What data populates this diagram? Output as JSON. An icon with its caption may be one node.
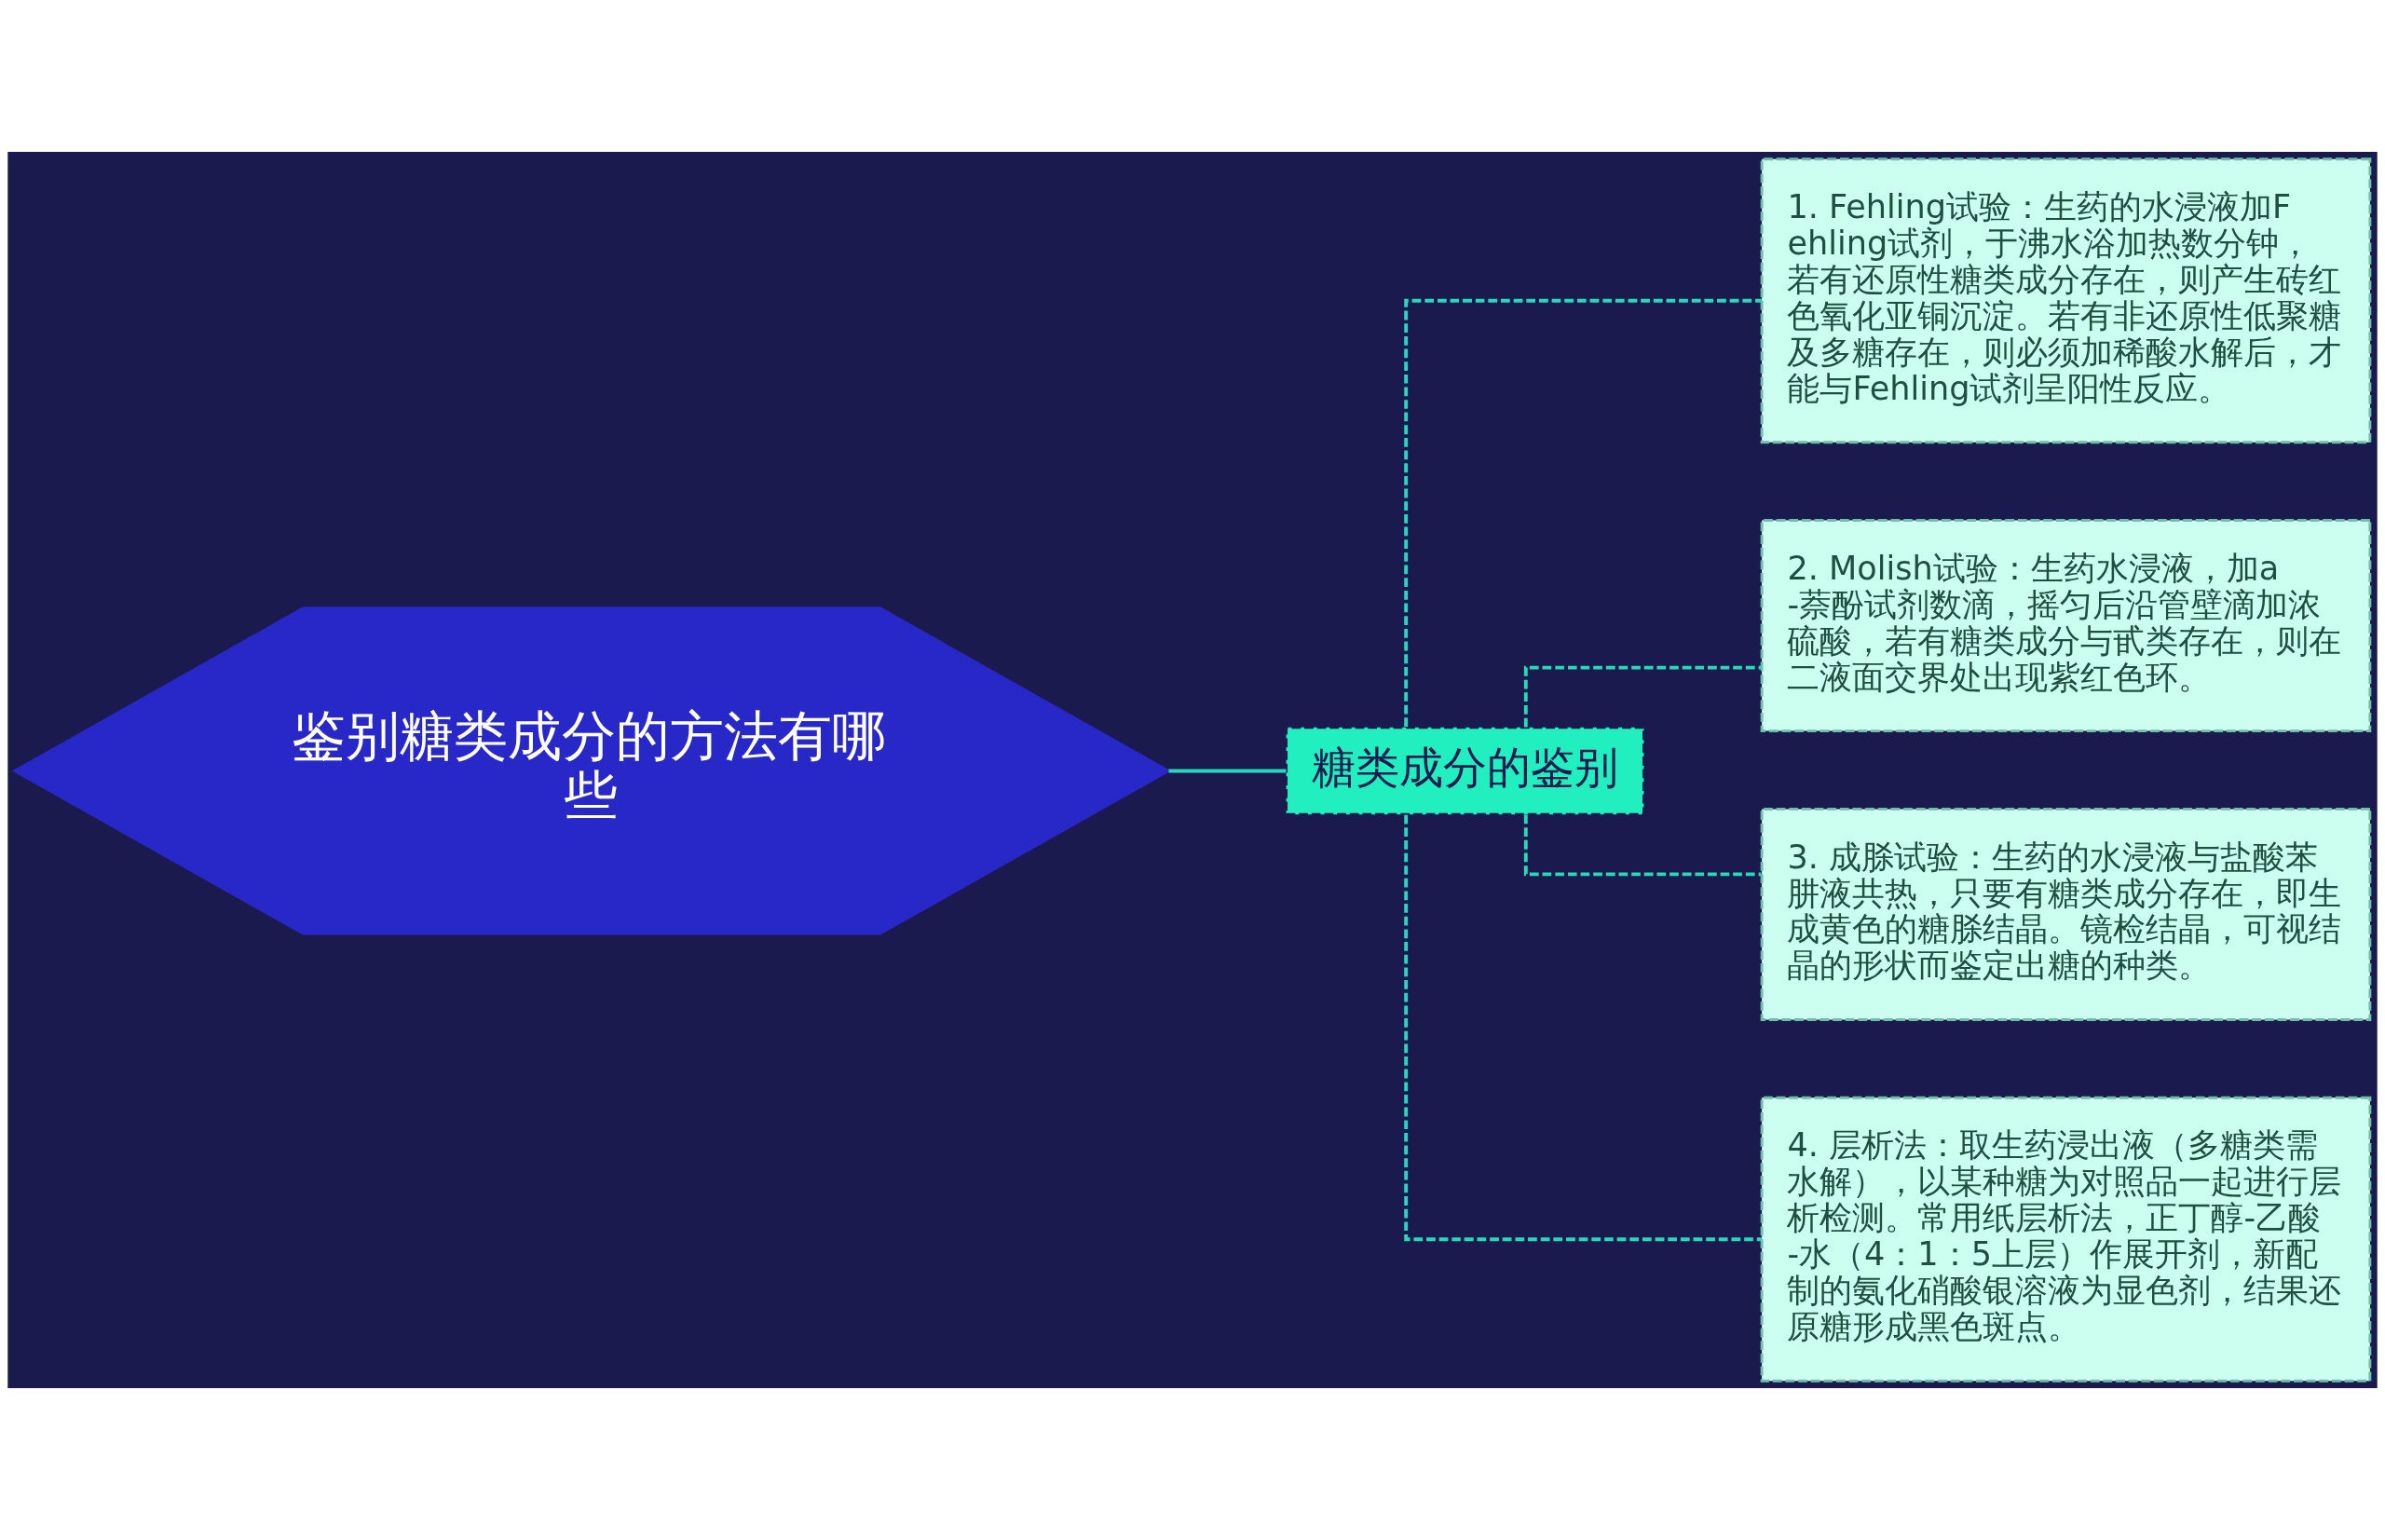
{
  "diagram": {
    "nodes": [
      {
        "text": [
          "鉴别糖类成分的方法有哪些"
        ]
      },
      {
        "text": [
          "糖类成分的鉴别"
        ]
      },
      {
        "text": [
          "1. Fehling试验：生药的水浸液加Fehling试剂，于沸水浴加热数分钟，若有还原性糖类成分存在，则产生砖红色氧化亚铜沉淀。若有非还原性低聚糖及多糖存在，则必须加稀酸水解后，才能与Fehling试剂呈阳性反应。"
        ]
      },
      {
        "text": [
          "2. Molish试验：生药水浸液，加a -萘酚试剂数滴，摇匀后沿管壁滴加浓硫酸，若有糖类成分与甙类存在，则在二液面交界处出现紫红色环。"
        ]
      },
      {
        "text": [
          "3. 成脎试验：生药的水浸液与盐酸苯肼液共热，只要有糖类成分存在，即生成黄色的糖脎结晶。镜检结晶，可视结晶的形状而鉴定出糖的种类。"
        ]
      },
      {
        "text": [
          "4. 层析法：取生药浸出液（多糖类需水解），以某种糖为对照品一起进行层析检测。常用纸层析法，正丁醇-乙酸-水（4：1：5上层）作展开剂，新配制的氨化硝酸银溶液为显色剂，结果还原糖形成黑色斑点。"
        ]
      }
    ],
    "edges": [
      {
        "from": 0,
        "to": 1,
        "arrow": "none"
      },
      {
        "from": 1,
        "to": 2,
        "arrow": "none",
        "style": "dashed"
      },
      {
        "from": 1,
        "to": 3,
        "arrow": "none",
        "style": "dashed"
      },
      {
        "from": 1,
        "to": 4,
        "arrow": "none",
        "style": "dashed"
      },
      {
        "from": 1,
        "to": 5,
        "arrow": "none",
        "style": "dashed"
      }
    ]
  }
}
